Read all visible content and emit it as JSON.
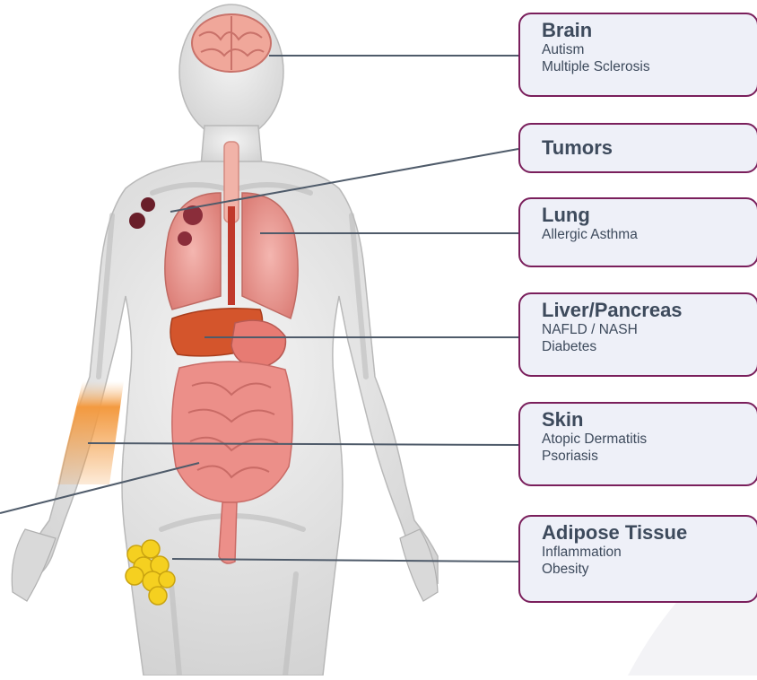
{
  "boxes": [
    {
      "title": "Brain",
      "items": [
        "Autism",
        "Multiple Sclerosis"
      ]
    },
    {
      "title": "Tumors",
      "items": []
    },
    {
      "title": "Lung",
      "items": [
        "Allergic Asthma"
      ]
    },
    {
      "title": "Liver/Pancreas",
      "items": [
        "NAFLD / NASH",
        "Diabetes"
      ]
    },
    {
      "title": "Skin",
      "items": [
        "Atopic Dermatitis",
        "Psoriasis"
      ]
    },
    {
      "title": "Adipose Tissue",
      "items": [
        "Inflammation",
        "Obesity"
      ]
    }
  ],
  "colors": {
    "box_border": "#7a1f5c",
    "box_fill": "#eef0f8",
    "text": "#3d4a5c",
    "leader_line": "#4f5b6a",
    "body_silhouette": "#d8d8d8",
    "organ_red": "#e06060",
    "liver": "#d4552c",
    "fat": "#f5d020",
    "skin_highlight": "#f39a40",
    "tumor": "#6a1f2a"
  }
}
